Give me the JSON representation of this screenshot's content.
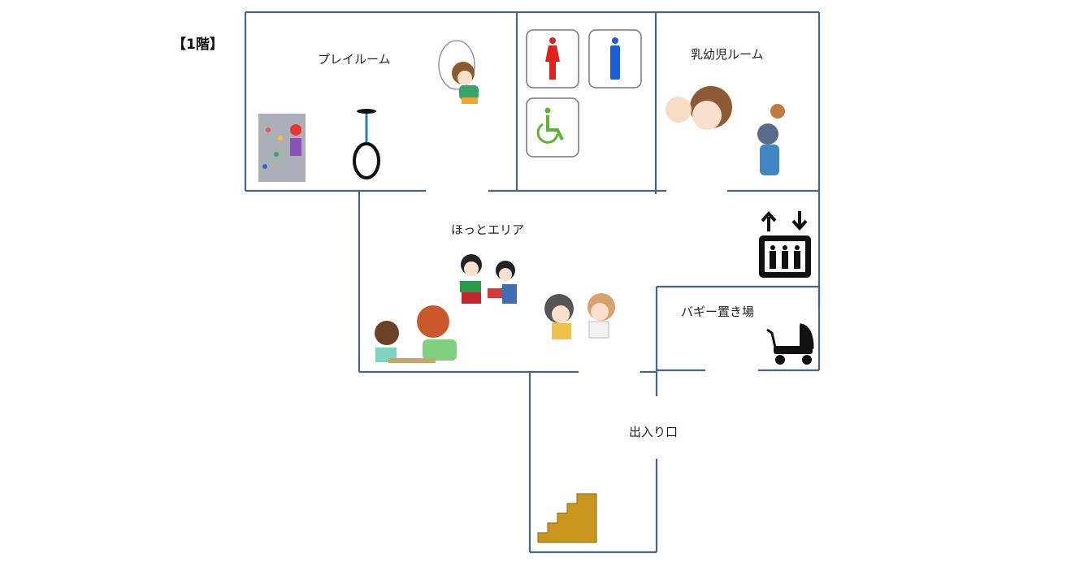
{
  "floor_label": "【1階】",
  "rooms": {
    "play_room": "プレイルーム",
    "infant_room": "乳幼児ルーム",
    "hotto_area": "ほっとエリア",
    "buggy_parking": "バギー置き場",
    "entrance": "出入り口"
  },
  "icons": [
    "women-restroom-icon",
    "men-restroom-icon",
    "wheelchair-restroom-icon",
    "elevator-icon",
    "stroller-icon",
    "stairs-icon"
  ],
  "colors": {
    "wall": "#4a6283",
    "female": "#e0201b",
    "male": "#1a5fd8",
    "accessible": "#5cb531",
    "stairs": "#c9961e"
  }
}
